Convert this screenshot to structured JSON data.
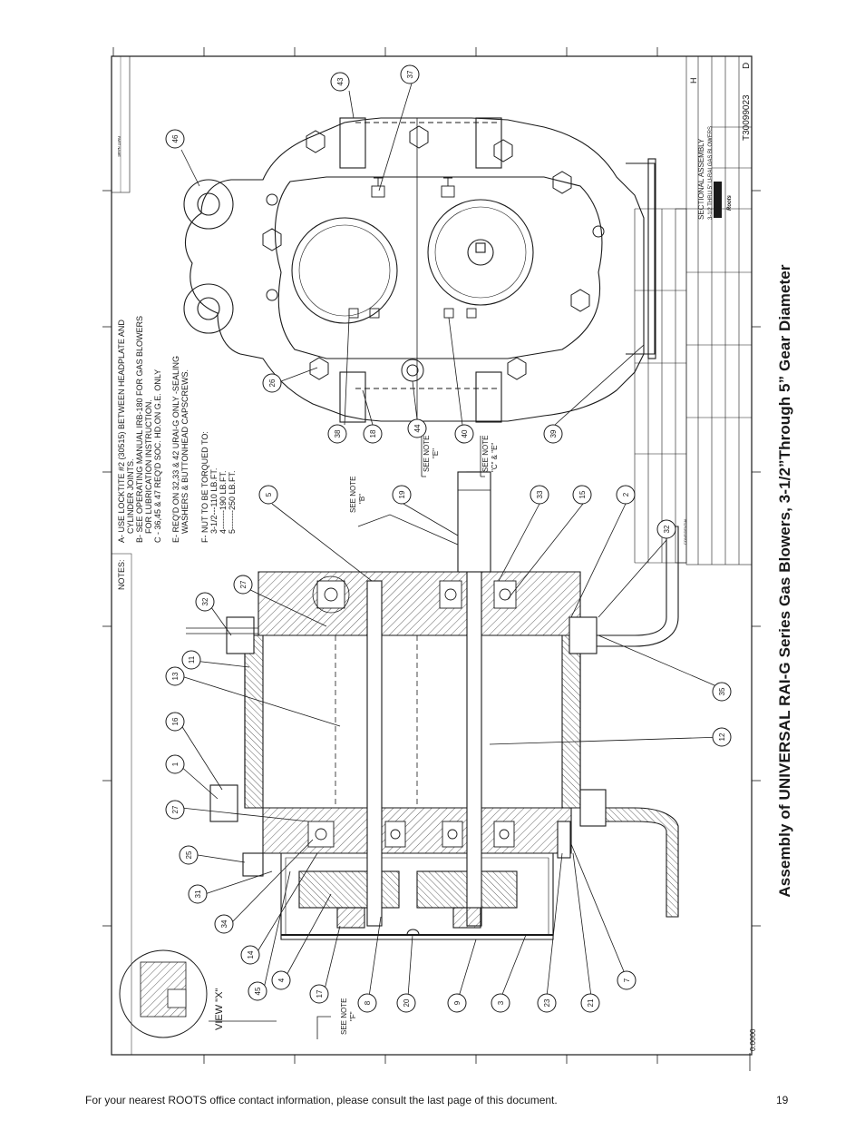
{
  "page": {
    "side_title": "Assembly of UNIVERSAL RAI-G Series Gas Blowers, 3-1/2”Through 5” Gear Diameter",
    "footer": "For your nearest ROOTS office contact information, please consult the last page of this document.",
    "page_number": "19"
  },
  "notes": {
    "heading": "NOTES:",
    "lines": [
      "A- USE LOCKTITE #2 (30515) BETWEEN HEADPLATE AND",
      "CYLINDER JOINTS.",
      "B- SEE OPERATING MANUAL IRB-180 FOR GAS BLOWERS",
      "FOR LUBRICATION INSTRUCTION.",
      "C - 36,45 & 47 REQ'D SOC. HD.ON G.E. ONLY",
      "",
      "E- REQ'D ON 32,33 & 42 URAI-G ONLY -SEALING",
      "WASHERS & BUTTONHEAD CAPSCREWS.",
      "",
      "F- NUT TO BE TORQUED TO:",
      "3-1/2---110 LB.FT.",
      "4-------190 LB.FT.",
      "5-------250 LB.FT."
    ]
  },
  "callouts": {
    "c46": "46",
    "c43": "43",
    "c37": "37",
    "c26": "26",
    "c38": "38",
    "c18": "18",
    "c44": "44",
    "c40": "40",
    "c39": "39",
    "c5": "5",
    "c19": "19",
    "c33": "33",
    "c15": "15",
    "c2": "2",
    "c32a": "32",
    "c27a": "27",
    "c32b": "32",
    "c11": "11",
    "c13": "13",
    "c35": "35",
    "c12": "12",
    "c16": "16",
    "c1": "1",
    "c27b": "27",
    "c25": "25",
    "c31": "31",
    "c34": "34",
    "c14": "14",
    "c45": "45",
    "c4": "4",
    "c17": "17",
    "c8": "8",
    "c20": "20",
    "c9": "9",
    "c3": "3",
    "c23": "23",
    "c21": "21",
    "c7": "7"
  },
  "labels": {
    "see_note_e": "SEE NOTE",
    "see_note_e2": "\"E\"",
    "see_note_ce": "SEE NOTE",
    "see_note_ce2": "\"C\" & \"E\"",
    "see_note_b": "SEE NOTE",
    "see_note_b2": "\"B\"",
    "see_note_f": "SEE NOTE",
    "see_note_f2": "\"F\"",
    "view_x": "VIEW \"X\"",
    "zero": "0.0000"
  },
  "title_block": {
    "title": "SECTIONAL ASSEMBLY",
    "subtitle": "3-1/2 THRU 5\" U-RAI GAS BLOWERS",
    "drawing_number": "T30099023",
    "revision": "D",
    "company": "Roots",
    "part_name": "PART NAME",
    "confidential": "CONFIDENTIAL",
    "sheet_letter": "H"
  },
  "colors": {
    "ink": "#1a1a1a",
    "hatch": "#3a3a3a",
    "paper": "#ffffff"
  }
}
